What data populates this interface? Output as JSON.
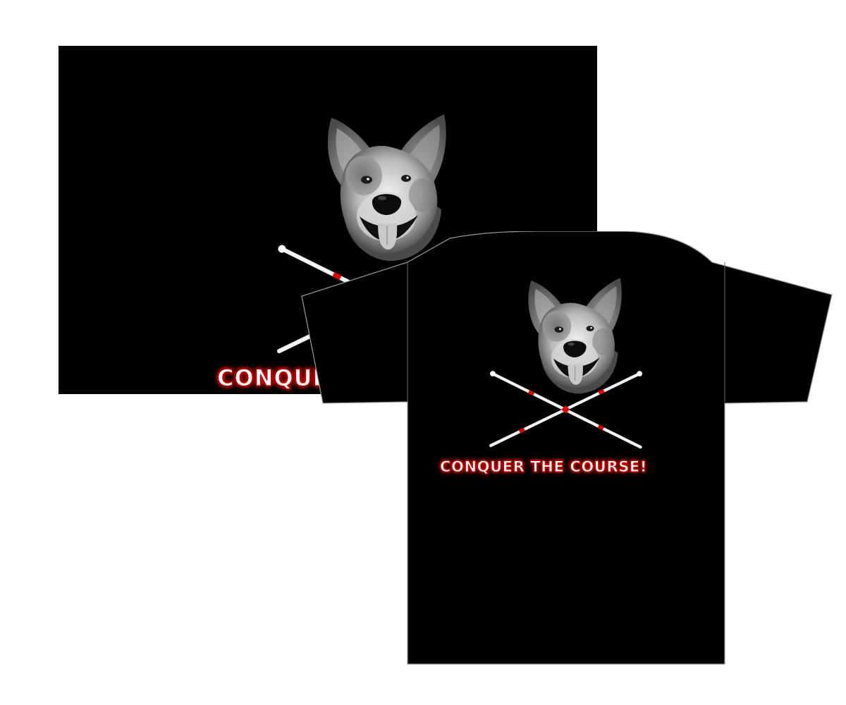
{
  "panel": {
    "slogan": "CONQUER"
  },
  "shirt": {
    "slogan": "CONQUER THE COURSE!"
  },
  "colors": {
    "background": "#ffffff",
    "shirt": "#000000",
    "accent_red": "#e00000",
    "pole_white": "#ffffff"
  },
  "graphics": {
    "dog_illustration": "grayscale dog head portrait",
    "crossed_poles": "two white agility poles with red bands, crossed"
  }
}
